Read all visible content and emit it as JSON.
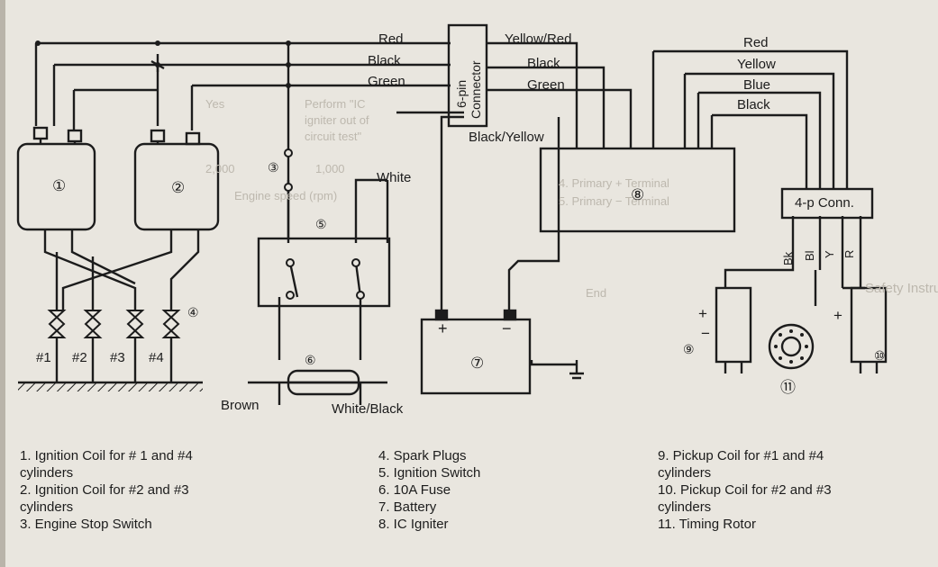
{
  "wires_left": {
    "red": "Red",
    "black": "Black",
    "green": "Green"
  },
  "wires_mid": {
    "yellow_red": "Yellow/Red",
    "black": "Black",
    "green": "Green",
    "black_yellow": "Black/Yellow",
    "white": "White",
    "brown": "Brown",
    "white_black": "White/Black"
  },
  "wires_right": {
    "red": "Red",
    "yellow": "Yellow",
    "blue": "Blue",
    "black": "Black"
  },
  "connector6": {
    "line1": "6-pin",
    "line2": "Connector"
  },
  "connector4": "4-p Conn.",
  "pin_labels": [
    "Bk",
    "Bl",
    "Y",
    "R"
  ],
  "circle_nums": [
    "①",
    "②",
    "③",
    "④",
    "⑤",
    "⑥",
    "⑦",
    "⑧",
    "⑨",
    "⑩",
    "⑪"
  ],
  "plug_labels": [
    "#1",
    "#2",
    "#3",
    "#4"
  ],
  "battery_signs": {
    "plus": "+",
    "minus": "−"
  },
  "pickup_signs": {
    "plus": "+",
    "minus": "−"
  },
  "legend_col1": [
    "1. Ignition Coil for # 1 and #4",
    "    cylinders",
    "2. Ignition Coil for #2 and #3",
    "    cylinders",
    "3. Engine Stop Switch"
  ],
  "legend_col2": [
    "4. Spark Plugs",
    "5. Ignition Switch",
    "6. 10A Fuse",
    "7. Battery",
    "8. IC Igniter"
  ],
  "legend_col3": [
    "9.  Pickup Coil for #1 and #4",
    "      cylinders",
    "10. Pickup Coil for #2 and #3",
    "      cylinders",
    "11. Timing Rotor"
  ],
  "bleed_text": {
    "perform": "Perform \"IC",
    "igniter_out": "igniter out of",
    "circuit_test": "circuit test\"",
    "yes": "Yes",
    "engine_speed": "Engine speed (rpm)",
    "tick_1000": "1,000",
    "tick_2000": "2,000",
    "primary1": "4. Primary + Terminal",
    "primary2": "5. Primary − Terminal",
    "safety": "Safety Instructions",
    "end": "End"
  },
  "colors": {
    "ink": "#1c1c1c",
    "paper": "#e9e6df",
    "ghost": "#bdb8ae"
  }
}
